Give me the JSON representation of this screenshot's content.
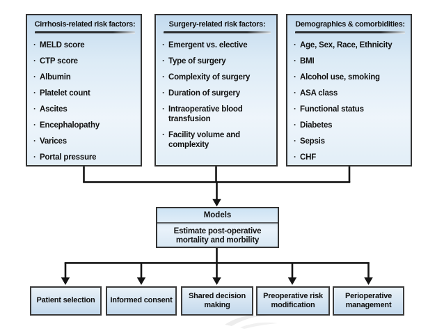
{
  "diagram": {
    "top_boxes": [
      {
        "title": "Cirrhosis-related risk factors:",
        "items": [
          "MELD score",
          "CTP score",
          "Albumin",
          "Platelet count",
          "Ascites",
          "Encephalopathy",
          "Varices",
          "Portal pressure"
        ]
      },
      {
        "title": "Surgery-related risk factors:",
        "items": [
          "Emergent vs. elective",
          "Type of surgery",
          "Complexity of surgery",
          "Duration of surgery",
          "Intraoperative blood transfusion",
          "Facility volume and complexity"
        ]
      },
      {
        "title": "Demographics & comorbidities:",
        "items": [
          "Age, Sex, Race, Ethnicity",
          "BMI",
          "Alcohol use, smoking",
          "ASA class",
          "Functional status",
          "Diabetes",
          "Sepsis",
          "CHF"
        ]
      }
    ],
    "bullet": "·",
    "model_box": {
      "title": "Models",
      "subtitle": "Estimate post-operative mortality and morbility"
    },
    "outcomes": [
      "Patient selection",
      "Informed consent",
      "Shared decision making",
      "Preoperative risk modification",
      "Perioperative management"
    ],
    "colors": {
      "box_fill_top": "#c3daee",
      "box_fill_bottom": "#eef5fb",
      "outcome_fill_bottom": "#c2d8ec",
      "box_border": "#333333",
      "connector_line": "#141414",
      "text": "#111111"
    }
  }
}
